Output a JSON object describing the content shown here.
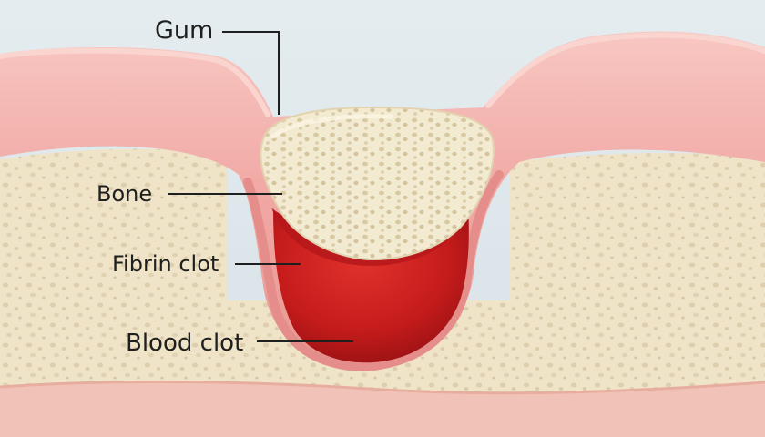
{
  "labels": {
    "gum": "Gum",
    "bone": "Bone",
    "fibrin_clot": "Fibrin clot",
    "blood_clot": "Blood clot"
  },
  "colors": {
    "background": "#dde7ec",
    "gum": "#f2aaa7",
    "bone": "#efe3c8",
    "bone_plug": "#efe5c9",
    "clot": "#c81d1d",
    "lower_gum": "#f1c3b8",
    "leader_line": "#1f1f1f"
  }
}
